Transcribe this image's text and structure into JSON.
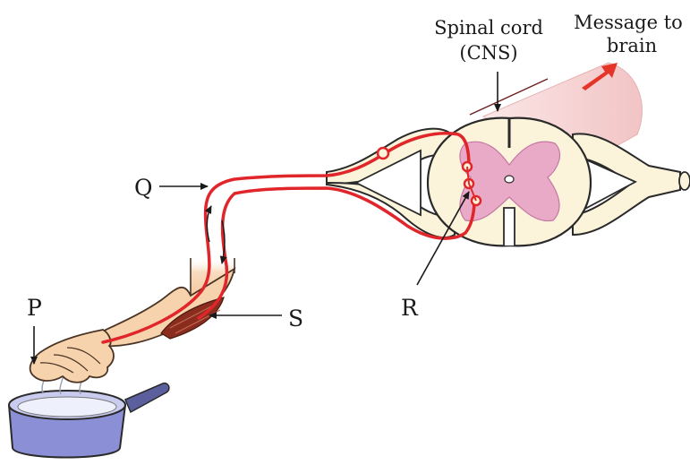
{
  "labels": {
    "spinal_cord_line1": "Spinal cord",
    "spinal_cord_line2": "(CNS)",
    "message_line1": "Message to",
    "message_line2": "brain",
    "p": "P",
    "q": "Q",
    "r": "R",
    "s": "S"
  },
  "colors": {
    "nerve": "#e0262b",
    "skin": "#f6d3ad",
    "skin_outline": "#4a3424",
    "cord_cream": "#fbf4da",
    "grey_matter": "#e9aac8",
    "pan_body": "#8b8fd6",
    "pan_handle": "#5b5f9e",
    "muscle": "#8a2d1f",
    "outline": "#2a2a2a",
    "arrow_red": "#e53428",
    "shade_pink": "#f6d5d6"
  }
}
